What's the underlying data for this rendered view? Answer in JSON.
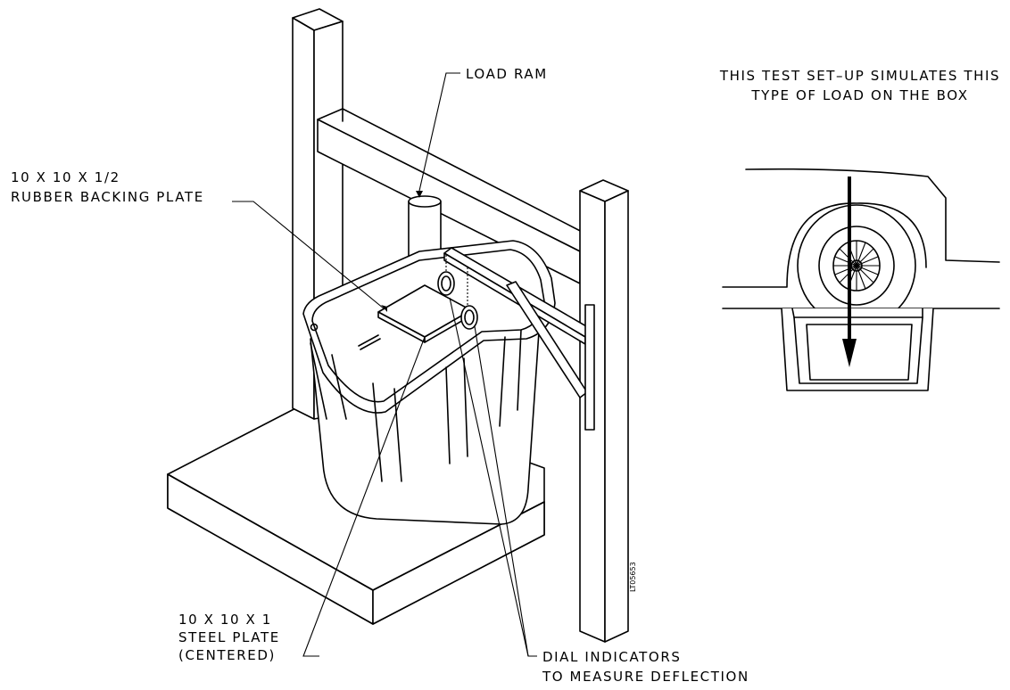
{
  "labels": {
    "load_ram": "LOAD RAM",
    "caption_line1": "THIS TEST SET–UP SIMULATES THIS",
    "caption_line2": "TYPE OF LOAD ON THE BOX",
    "rubber_line1": "10 X 10 X 1/2",
    "rubber_line2": "RUBBER BACKING PLATE",
    "steel_line1": "10 X 10 X 1",
    "steel_line2": "STEEL PLATE",
    "steel_line3": "(CENTERED)",
    "dial_line1": "DIAL INDICATORS",
    "dial_line2": "TO MEASURE DEFLECTION",
    "drawing_id": "LT05653"
  }
}
